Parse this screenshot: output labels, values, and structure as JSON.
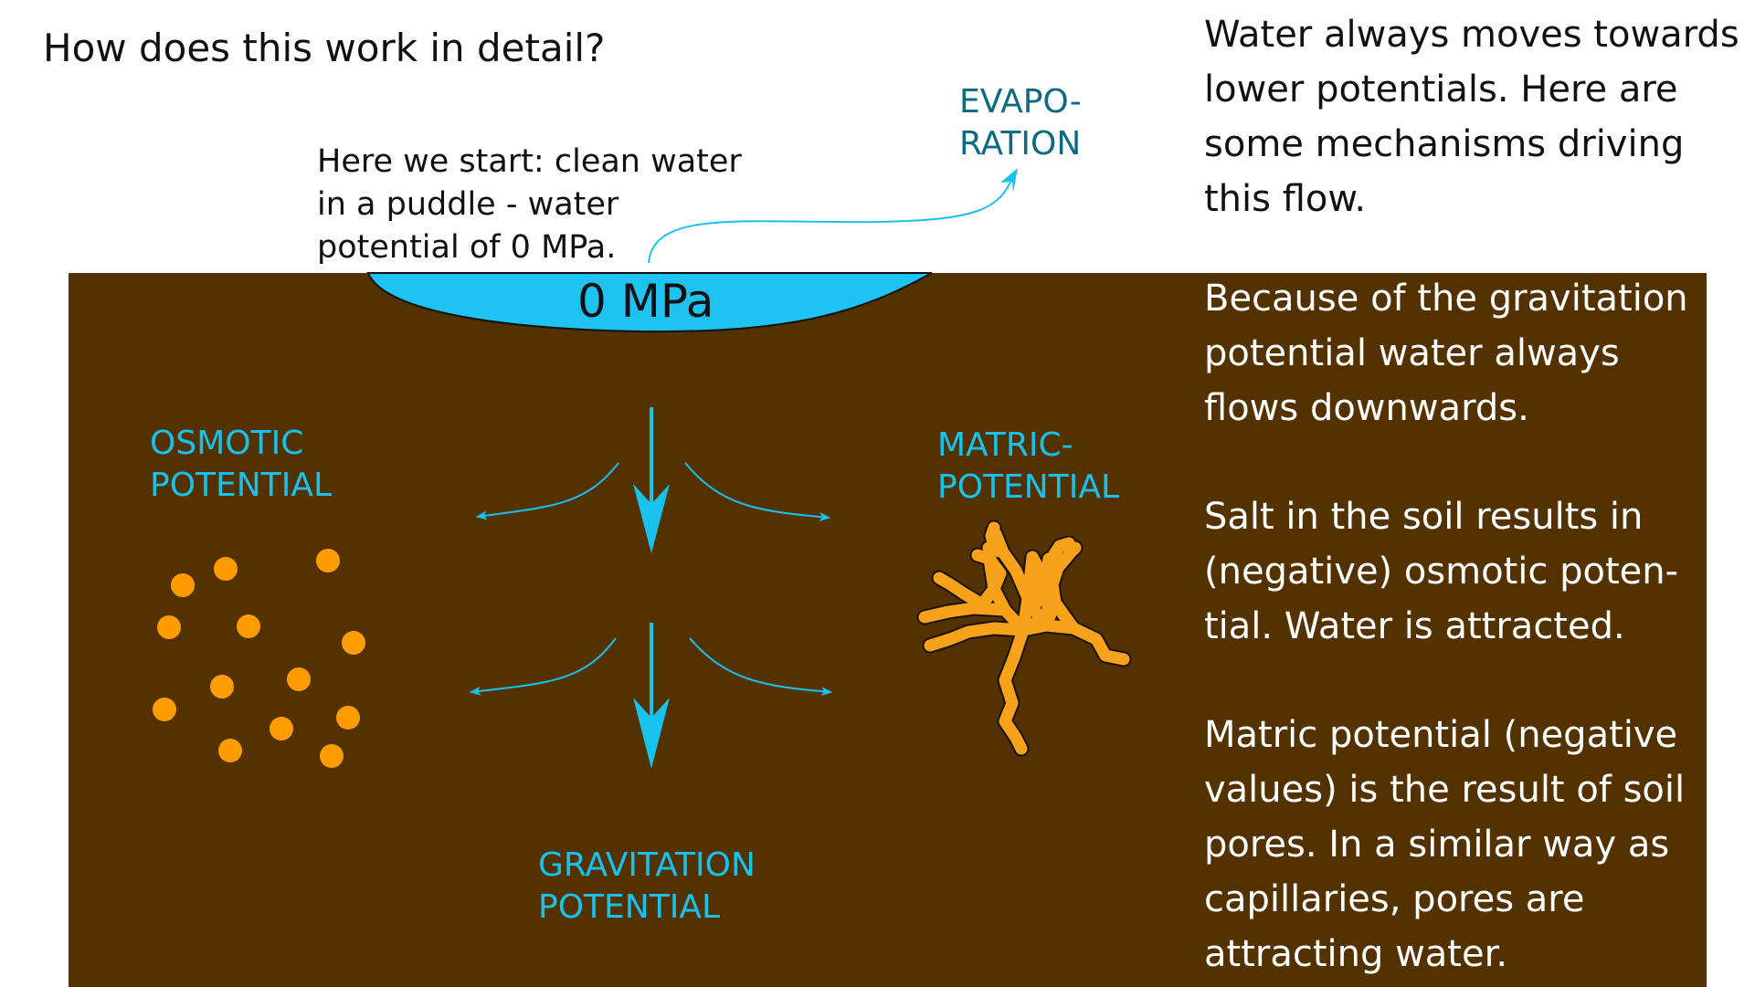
{
  "title": "How does this work in detail?",
  "intro_lines": [
    "Here we start: clean water",
    "in a puddle - water",
    "potential of 0 MPa."
  ],
  "evaporation_lines": [
    "EVAPO-",
    "RATION"
  ],
  "puddle_value": "0 MPa",
  "osmotic_label_lines": [
    "OSMOTIC",
    "POTENTIAL"
  ],
  "matric_label_lines": [
    "MATRIC-",
    "POTENTIAL"
  ],
  "gravitation_label_lines": [
    "GRAVITATION",
    "POTENTIAL"
  ],
  "side_text": {
    "top_lines": [
      "Water always moves towards",
      "lower potentials. Here are",
      "some mechanisms driving",
      "this flow."
    ],
    "gravitation_lines": [
      "Because of the gravitation",
      "potential water always",
      "flows downwards."
    ],
    "osmotic_lines": [
      "Salt in the soil results in",
      "(negative) osmotic poten-",
      "tial. Water is attracted."
    ],
    "matric_lines": [
      "Matric potential (negative",
      "values) is the result of soil",
      "pores. In a similar way as",
      "capillaries, pores are",
      "attracting water."
    ]
  },
  "colors": {
    "soil": "#533200",
    "water": "#1fc3f2",
    "arrow": "#18c2ef",
    "salt": "#ff9d00",
    "pore": "#f7a21a",
    "evaporation_text": "#0e6a84"
  }
}
